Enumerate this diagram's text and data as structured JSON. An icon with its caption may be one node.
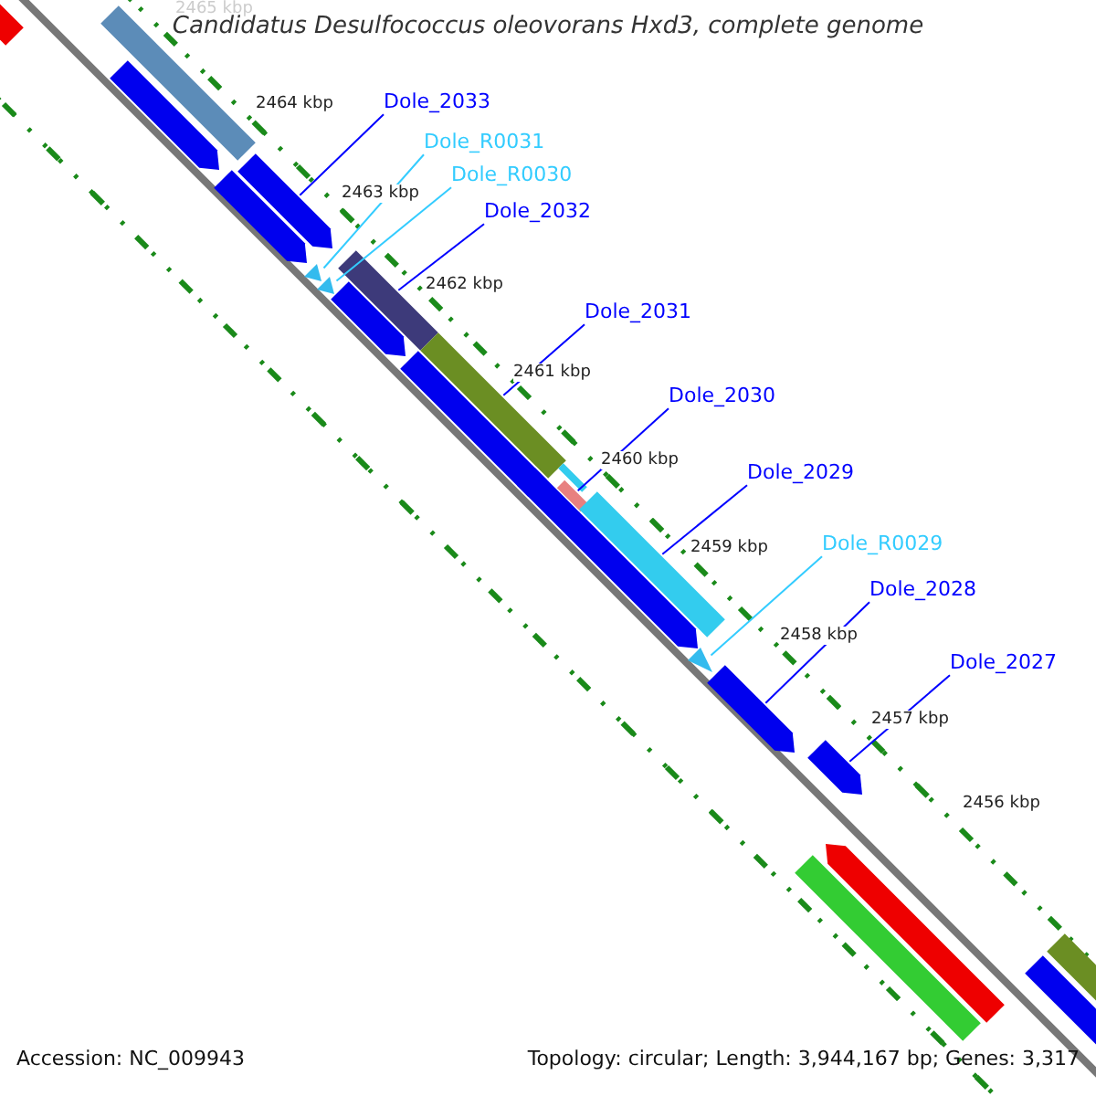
{
  "diagram": {
    "title": "Candidatus Desulfococcus oleovorans Hxd3, complete genome",
    "nodes": [
      {
        "text": [
          "Dole_2033"
        ]
      },
      {
        "text": [
          "Dole_R0031"
        ]
      },
      {
        "text": [
          "Dole_R0030"
        ]
      },
      {
        "text": [
          "Dole_2032"
        ]
      },
      {
        "text": [
          "Dole_2031"
        ]
      },
      {
        "text": [
          "Dole_2030"
        ]
      },
      {
        "text": [
          "Dole_2029"
        ]
      },
      {
        "text": [
          "Dole_R0029"
        ]
      },
      {
        "text": [
          "Dole_2028"
        ]
      },
      {
        "text": [
          "Dole_2027"
        ]
      },
      {
        "text": [],
        "shape": "bar"
      },
      {
        "text": [],
        "shape": "triangle"
      },
      {
        "text": [],
        "shape": "triangle"
      },
      {
        "text": [],
        "shape": "bar"
      },
      {
        "text": [],
        "shape": "bar"
      },
      {
        "text": [],
        "shape": "bar"
      },
      {
        "text": [],
        "shape": "bar"
      },
      {
        "text": [],
        "shape": "triangle"
      },
      {
        "text": [],
        "shape": "bar"
      },
      {
        "text": [],
        "shape": "bar"
      },
      {
        "text": [],
        "shape": "bar"
      },
      {
        "text": [],
        "shape": "bar"
      },
      {
        "text": [],
        "shape": "bar"
      },
      {
        "text": [],
        "shape": "bar"
      },
      {
        "text": [],
        "shape": "bar"
      },
      {
        "text": [],
        "shape": "bar"
      },
      {
        "text": [],
        "shape": "bar"
      },
      {
        "text": [],
        "shape": "bar"
      },
      {
        "text": [],
        "shape": "bar"
      },
      {
        "text": [],
        "shape": "bar"
      },
      {
        "text": [],
        "shape": "bar"
      },
      {
        "text": [],
        "shape": "bar"
      },
      {
        "text": [],
        "shape": "bar"
      }
    ],
    "edges": [
      {
        "from": 0,
        "to": 10,
        "arrow": "none"
      },
      {
        "from": 1,
        "to": 11,
        "arrow": "none",
        "color": "#33ccff"
      },
      {
        "from": 2,
        "to": 12,
        "arrow": "none",
        "color": "#33ccff"
      },
      {
        "from": 3,
        "to": 13,
        "arrow": "none"
      },
      {
        "from": 4,
        "to": 14,
        "arrow": "none"
      },
      {
        "from": 5,
        "to": 15,
        "arrow": "none"
      },
      {
        "from": 6,
        "to": 16,
        "arrow": "none"
      },
      {
        "from": 7,
        "to": 17,
        "arrow": "none",
        "color": "#33ccff"
      },
      {
        "from": 8,
        "to": 18,
        "arrow": "none"
      },
      {
        "from": 9,
        "to": 19,
        "arrow": "none"
      }
    ],
    "labels": [
      "2465 kbp",
      "2464 kbp",
      "2463 kbp",
      "2462 kbp",
      "2461 kbp",
      "2460 kbp",
      "2459 kbp",
      "2458 kbp",
      "2457 kbp",
      "2456 kbp",
      "Accession: NC_009943",
      "Topology: circular; Length: 3,944,167 bp; Genes: 3,317"
    ]
  }
}
